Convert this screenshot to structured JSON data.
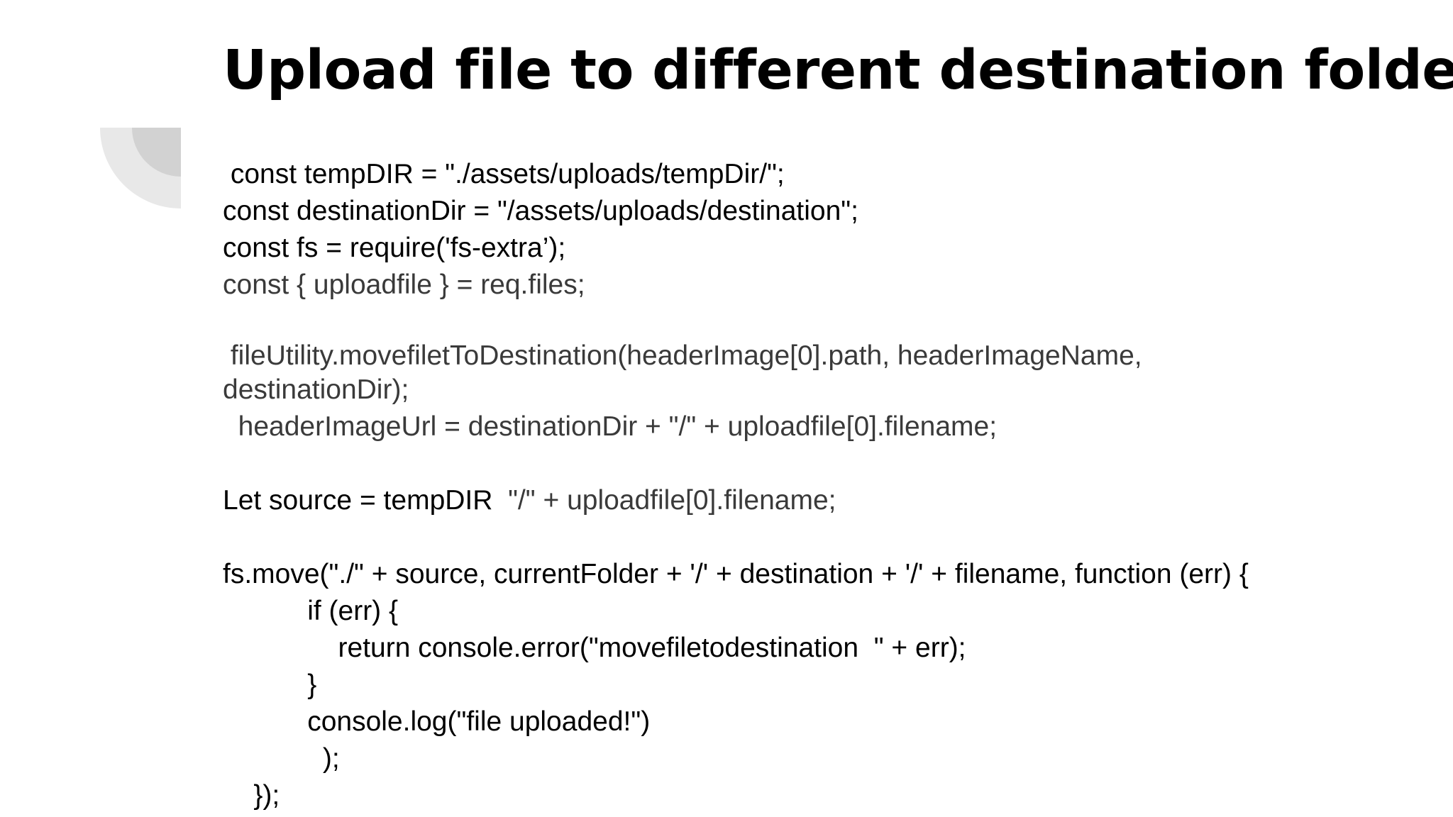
{
  "slide": {
    "title": "Upload file to different destination folder",
    "code_lines": [
      " const tempDIR = \"./assets/uploads/tempDir/\";",
      "const destinationDir = \"/assets/uploads/destination\";",
      "const fs = require('fs-extra’);",
      "const { uploadfile } = req.files;",
      "",
      " fileUtility.movefiletToDestination(headerImage[0].path, headerImageName,",
      "destinationDir);",
      "  headerImageUrl = destinationDir + \"/\" + uploadfile[0].filename;",
      "",
      "Let source = tempDIR",
      "  \"/\" + uploadfile[0].filename;",
      "",
      "fs.move(\"./\" + source, currentFolder + '/' + destination + '/' + filename, function (err) {",
      "           if (err) {",
      "               return console.error(\"movefiletodestination  \" + err);",
      "           }",
      "           console.log(\"file uploaded!\")",
      "             );",
      "    });"
    ]
  },
  "colors": {
    "text": "#000000",
    "muted_text": "#3a3a3a",
    "decor_light": "#e8e8e8",
    "decor_dark": "#d2d2d2"
  }
}
